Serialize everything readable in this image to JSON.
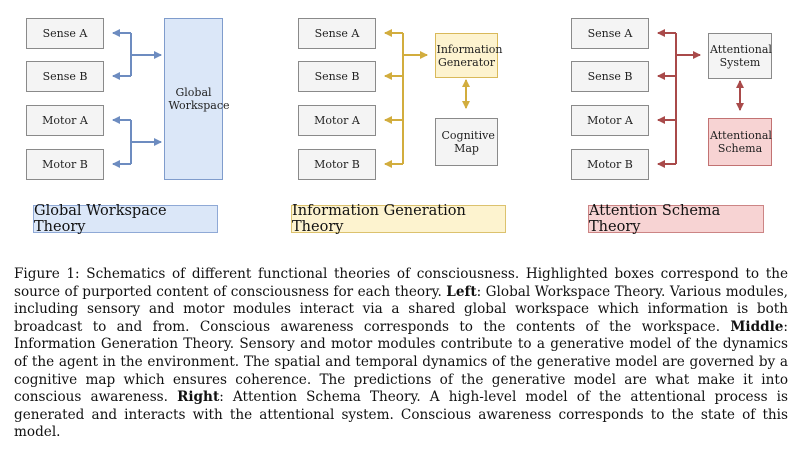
{
  "left": {
    "modules": [
      "Sense A",
      "Sense B",
      "Motor A",
      "Motor B"
    ],
    "hub": "Global Workspace",
    "title": "Global Workspace Theory",
    "arrow_color": "#6d8cc0"
  },
  "middle": {
    "modules": [
      "Sense A",
      "Sense B",
      "Motor A",
      "Motor B"
    ],
    "hub": "Information Generator",
    "secondary": "Cognitive Map",
    "title": "Information Generation Theory",
    "arrow_color": "#d2ad3e"
  },
  "right": {
    "modules": [
      "Sense A",
      "Sense B",
      "Motor A",
      "Motor B"
    ],
    "hub": "Attentional System",
    "secondary": "Attentional Schema",
    "title": "Attention Schema Theory",
    "arrow_color": "#a94a4a"
  },
  "caption": {
    "intro": "Figure 1: Schematics of different functional theories of consciousness. Highlighted boxes correspond to the source of purported content of consciousness for each theory. ",
    "left_label": "Left",
    "left_text": ": Global Workspace Theory. Various modules, including sensory and motor modules interact via a shared global workspace which information is both broadcast to and from. Conscious awareness corresponds to the contents of the workspace. ",
    "middle_label": "Middle",
    "middle_text": ": Information Generation Theory. Sensory and motor modules contribute to a generative model of the dynamics of the agent in the environment. The spatial and temporal dynamics of the generative model are governed by a cognitive map which ensures coherence. The predictions of the generative model are what make it into conscious awareness. ",
    "right_label": "Right",
    "right_text": ": Attention Schema Theory. A high-level model of the attentional process is generated and interacts with the attentional system. Conscious awareness corresponds to the state of this model."
  }
}
